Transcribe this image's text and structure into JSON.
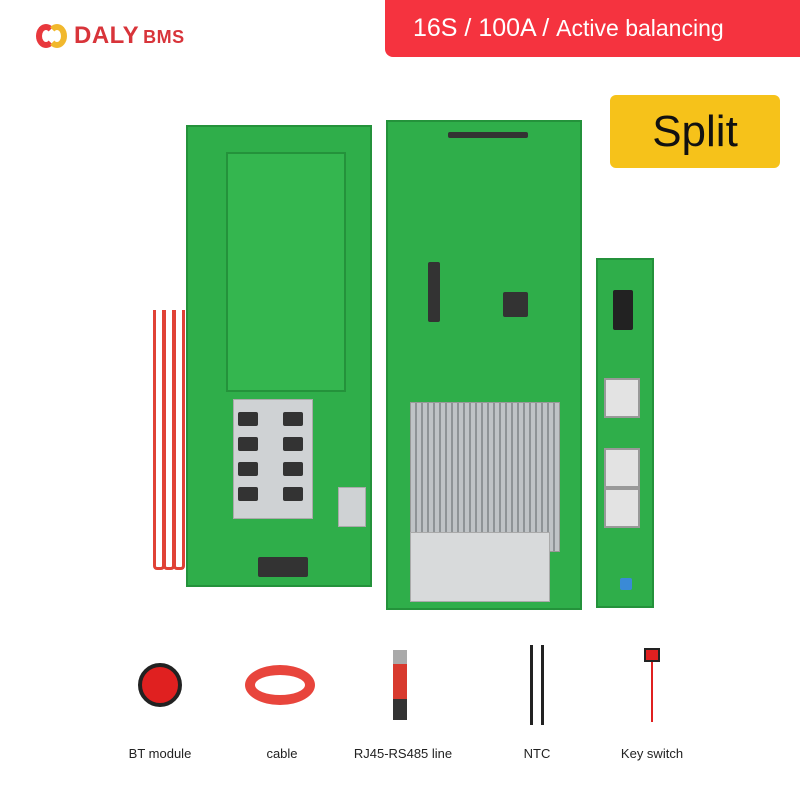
{
  "brand": {
    "name": "DALY",
    "suffix": "BMS"
  },
  "banner": {
    "spec": "16S / 100A /",
    "feature": "Active balancing"
  },
  "badge": {
    "label": "Split"
  },
  "accessories": [
    {
      "label": "BT module",
      "icon": "bluetooth-module-icon"
    },
    {
      "label": "cable",
      "icon": "ribbon-cable-icon"
    },
    {
      "label": "RJ45-RS485 line",
      "icon": "usb-cable-icon"
    },
    {
      "label": "NTC",
      "icon": "temperature-sensor-icon"
    },
    {
      "label": "Key switch",
      "icon": "key-switch-icon"
    }
  ],
  "colors": {
    "brand_red": "#f5333f",
    "badge_yellow": "#f6c21a",
    "pcb_green": "#2fae4a"
  }
}
